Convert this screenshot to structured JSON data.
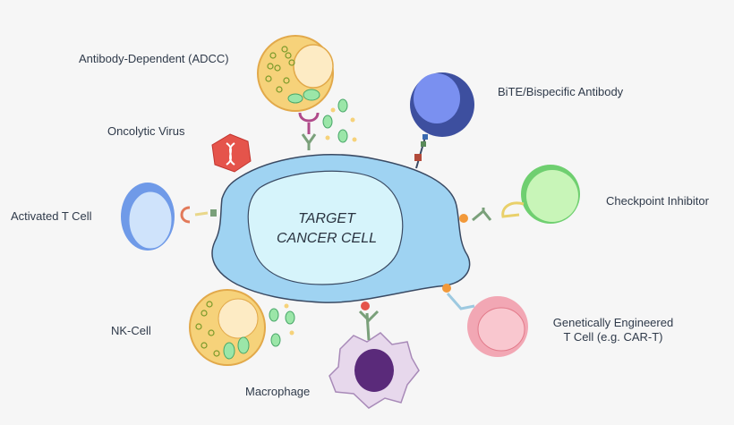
{
  "center": {
    "line1": "TARGET",
    "line2": "CANCER CELL"
  },
  "labels": {
    "adcc": "Antibody-Dependent (ADCC)",
    "bite": "BiTE/Bispecific Antibody",
    "oncolytic": "Oncolytic Virus",
    "activated_t": "Activated T Cell",
    "checkpoint": "Checkpoint Inhibitor",
    "car_t_line1": "Genetically Engineered",
    "car_t_line2": "T Cell (e.g. CAR-T)",
    "nk": "NK-Cell",
    "macrophage": "Macrophage"
  },
  "colors": {
    "cancer_outer": "#9fd3f2",
    "cancer_inner": "#d6f4fb",
    "granulocyte": "#f6d27a",
    "nucleus": "#fdebc4",
    "bite_cell": "#3d4f9f",
    "checkpoint_cell": "#c8f5b8",
    "car_t_cell": "#f2a7b4",
    "activated_t_cell": "#6f9ae8",
    "virus": "#e5544b",
    "macrophage_body": "#e7d8ec",
    "macrophage_nucleus": "#5a2a7a"
  }
}
